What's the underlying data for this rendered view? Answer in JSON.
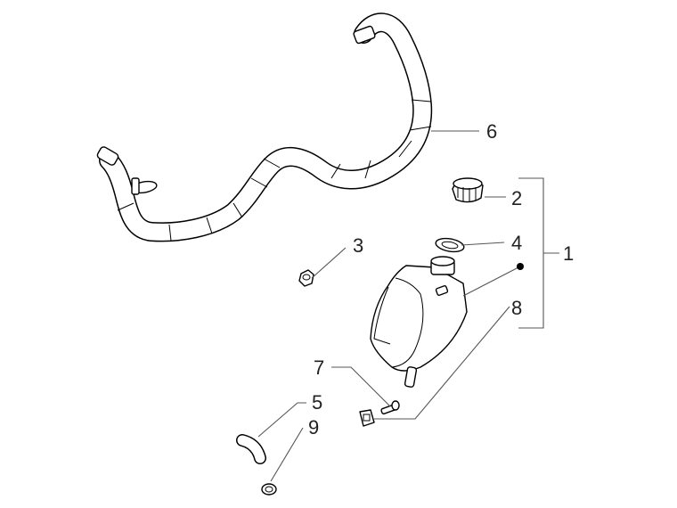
{
  "callouts": {
    "c1": "1",
    "c2": "2",
    "c3": "3",
    "c4": "4",
    "c5": "5",
    "c6": "6",
    "c7": "7",
    "c8": "8",
    "c9": "9"
  },
  "colors": {
    "line": "#000000",
    "leader": "#555555",
    "background": "#ffffff",
    "text": "#222222"
  }
}
